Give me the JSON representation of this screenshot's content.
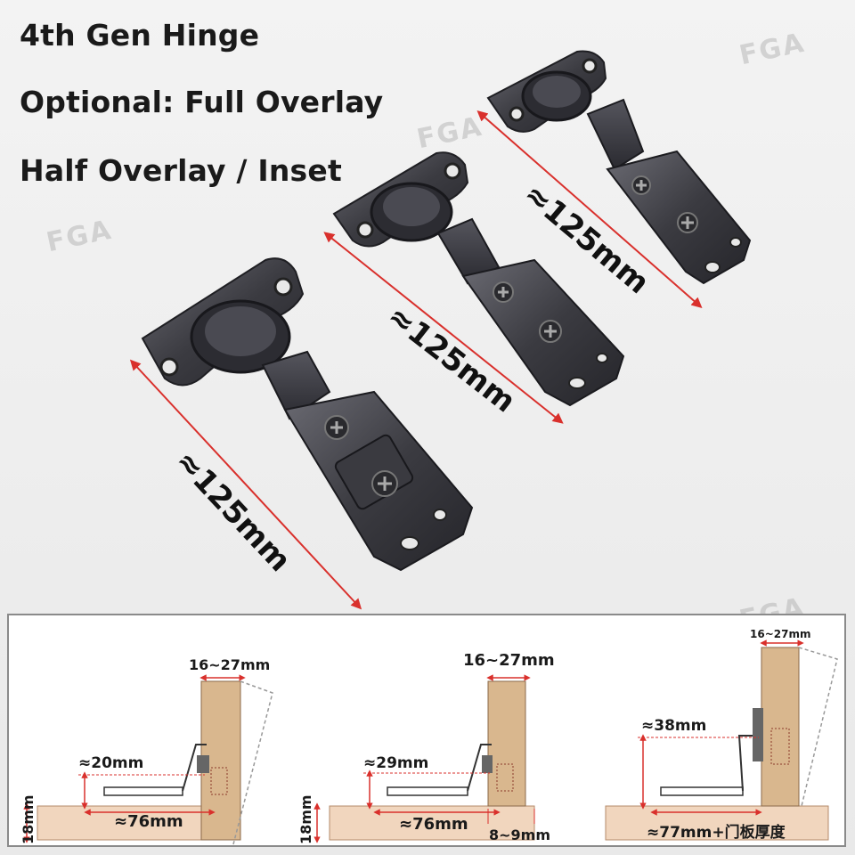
{
  "header": {
    "title_line1": "4th Gen Hinge",
    "title_line2": "Optional: Full Overlay",
    "title_line3": "Half Overlay / Inset"
  },
  "watermark_text": "FGA",
  "hinges": [
    {
      "variant": "full-overlay",
      "length_label": "≈125mm"
    },
    {
      "variant": "half-overlay",
      "length_label": "≈125mm"
    },
    {
      "variant": "inset",
      "length_label": "≈125mm"
    }
  ],
  "diagrams": {
    "full_overlay": {
      "door_thickness": "16~27mm",
      "mount_height": "≈20mm",
      "cup_distance": "≈76mm",
      "panel_thickness": "18mm"
    },
    "half_overlay": {
      "door_thickness": "16~27mm",
      "mount_height": "≈29mm",
      "cup_distance": "≈76mm",
      "panel_thickness": "18mm",
      "overlap": "8~9mm"
    },
    "inset": {
      "door_thickness": "16~27mm",
      "mount_height": "≈38mm",
      "cup_distance": "≈77mm+门板厚度"
    }
  },
  "colors": {
    "wood_light": "#f1d6be",
    "wood_door": "#d9b78e",
    "dimension_red": "#d9302c",
    "hinge_metal": "#3c3c42",
    "frame_border": "#8a8a8a"
  }
}
